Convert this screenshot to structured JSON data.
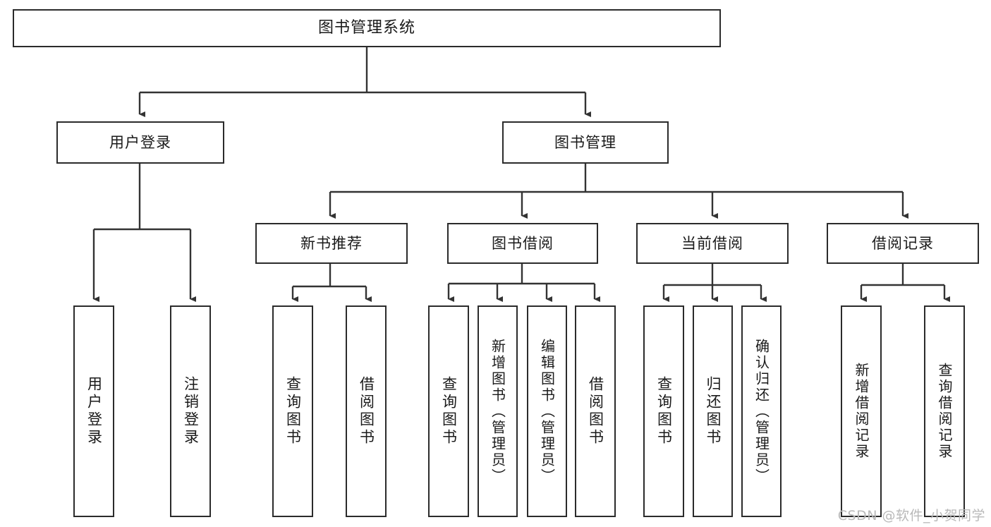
{
  "diagram": {
    "type": "tree-hierarchy-chart",
    "title": "图书管理系统",
    "watermark": "CSDN @软件_小贺同学",
    "colors": {
      "background": "#ffffff",
      "box_border": "#2b2b2b",
      "box_fill": "#ffffff",
      "text": "#1a1a1a",
      "connector": "#333333",
      "watermark": "#b9b9b9"
    },
    "nodes": {
      "root": {
        "label": "图书管理系统"
      },
      "level2": [
        {
          "label": "用户登录"
        },
        {
          "label": "图书管理"
        }
      ],
      "level3": [
        {
          "label": "新书推荐"
        },
        {
          "label": "图书借阅"
        },
        {
          "label": "当前借阅"
        },
        {
          "label": "借阅记录"
        }
      ],
      "leaves": {
        "user_login": [
          {
            "label": "用户登录"
          },
          {
            "label": "注销登录"
          }
        ],
        "new_book_recommend": [
          {
            "label": "查询图书"
          },
          {
            "label": "借阅图书"
          }
        ],
        "book_borrow": [
          {
            "label": "查询图书"
          },
          {
            "label": "新增图书（管理员）"
          },
          {
            "label": "编辑图书（管理员）"
          },
          {
            "label": "借阅图书"
          }
        ],
        "current_borrow": [
          {
            "label": "查询图书"
          },
          {
            "label": "归还图书"
          },
          {
            "label": "确认归还（管理员）"
          }
        ],
        "borrow_record": [
          {
            "label": "新增借阅记录"
          },
          {
            "label": "查询借阅记录"
          }
        ]
      }
    }
  }
}
